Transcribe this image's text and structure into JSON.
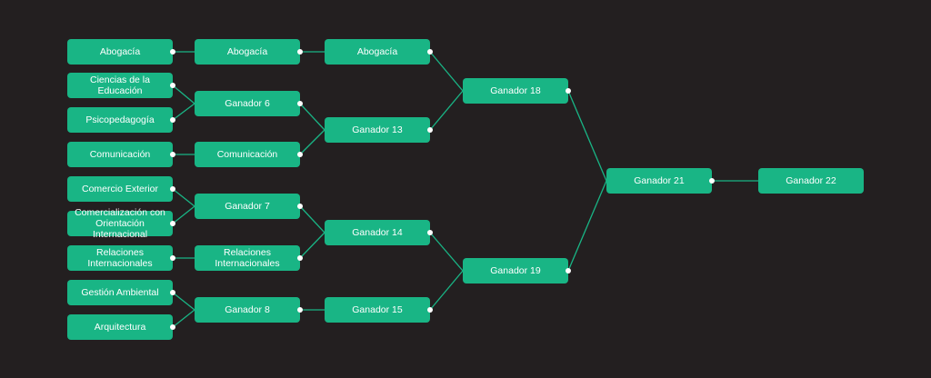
{
  "colors": {
    "background": "#231f20",
    "node": "#19b585",
    "line": "#19b585",
    "text": "#ffffff",
    "dot": "#ffffff"
  },
  "round1": [
    "Abogacía",
    "Ciencias de la\nEducación",
    "Psicopedagogía",
    "Comunicación",
    "Comercio Exterior",
    "Comercialización con\nOrientación Internacional",
    "Relaciones\nInternacionales",
    "Gestión Ambiental",
    "Arquitectura"
  ],
  "round2": [
    "Abogacía",
    "Ganador 6",
    "Comunicación",
    "Ganador 7",
    "Relaciones\nInternacionales",
    "Ganador 8"
  ],
  "round3": [
    "Abogacía",
    "Ganador 13",
    "Ganador 14",
    "Ganador 15"
  ],
  "round4": [
    "Ganador 18",
    "Ganador 19"
  ],
  "round5": [
    "Ganador 21"
  ],
  "round6": [
    "Ganador 22"
  ]
}
